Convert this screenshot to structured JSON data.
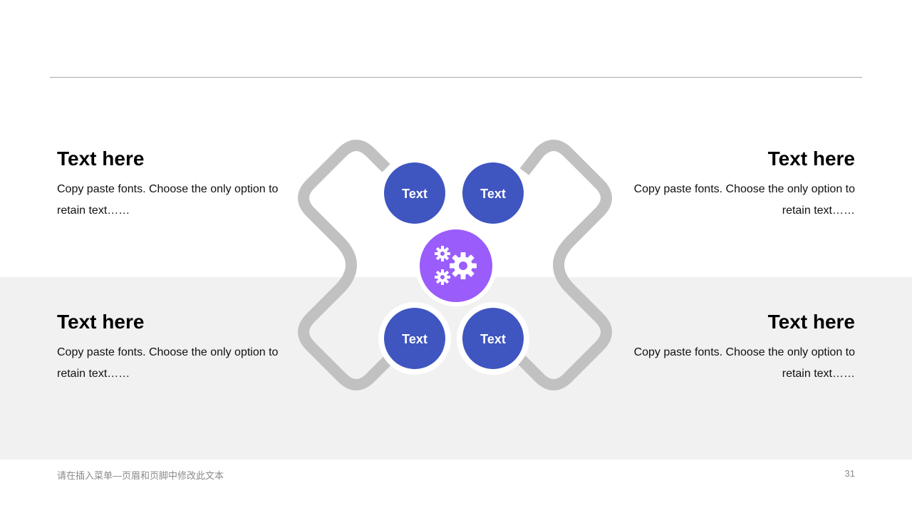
{
  "blocks": {
    "top_left": {
      "heading": "Text here",
      "body": "Copy paste fonts. Choose the only option to retain text……"
    },
    "top_right": {
      "heading": "Text here",
      "body": "Copy paste fonts. Choose the only option to retain text……"
    },
    "bottom_left": {
      "heading": "Text here",
      "body": "Copy paste fonts. Choose the only option to retain text……"
    },
    "bottom_right": {
      "heading": "Text here",
      "body": "Copy paste fonts. Choose the only option to retain text……"
    }
  },
  "diagram": {
    "nodes": [
      "Text",
      "Text",
      "Text",
      "Text"
    ],
    "center_icon": "gears-icon"
  },
  "colors": {
    "node_fill": "#3f55c0",
    "center_fill": "#9a5cfb",
    "path_stroke": "#c1c1c1",
    "band": "#f1f1f1",
    "rule": "#a8a8a8"
  },
  "footer": {
    "note": "请在插入菜单—页眉和页脚中修改此文本",
    "page_number": "31"
  }
}
